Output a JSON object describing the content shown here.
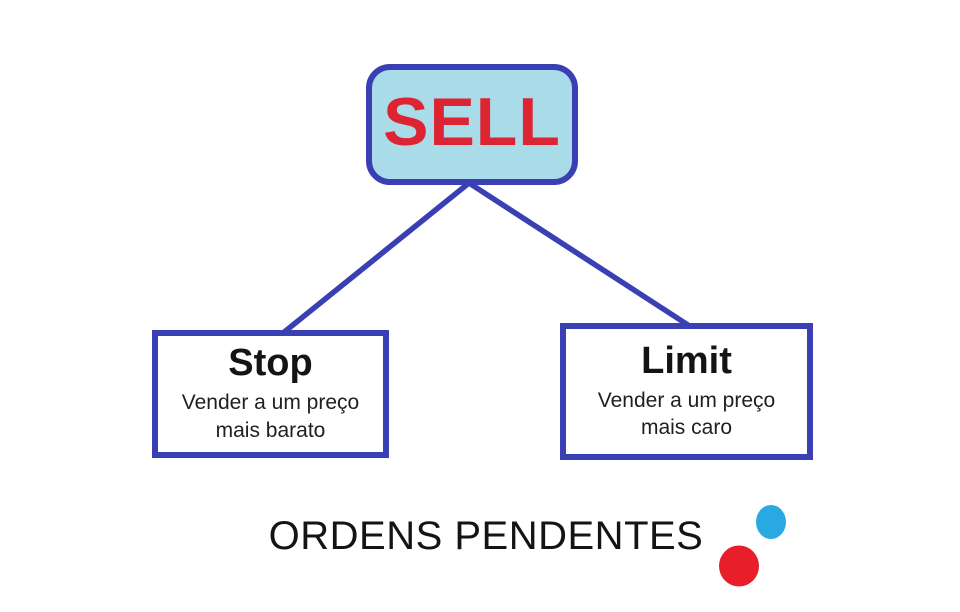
{
  "diagram": {
    "root": {
      "label": "SELL"
    },
    "children": [
      {
        "title": "Stop",
        "description_lines": [
          "Vender a um preço",
          "mais barato"
        ]
      },
      {
        "title": "Limit",
        "description_lines": [
          "Vender a um preço",
          "mais caro"
        ]
      }
    ],
    "caption": "ORDENS PENDENTES"
  },
  "colors": {
    "connector": "#3a40b4",
    "node_border": "#3a40b4",
    "root_fill": "#a9dbe9",
    "root_text": "#dd2433",
    "body_text": "#141414",
    "dot_blue": "#29a9e1",
    "dot_red": "#e81e2b"
  },
  "decorations": {
    "dots": [
      {
        "name": "blue-dot",
        "color": "#29a9e1"
      },
      {
        "name": "red-dot",
        "color": "#e81e2b"
      }
    ]
  }
}
